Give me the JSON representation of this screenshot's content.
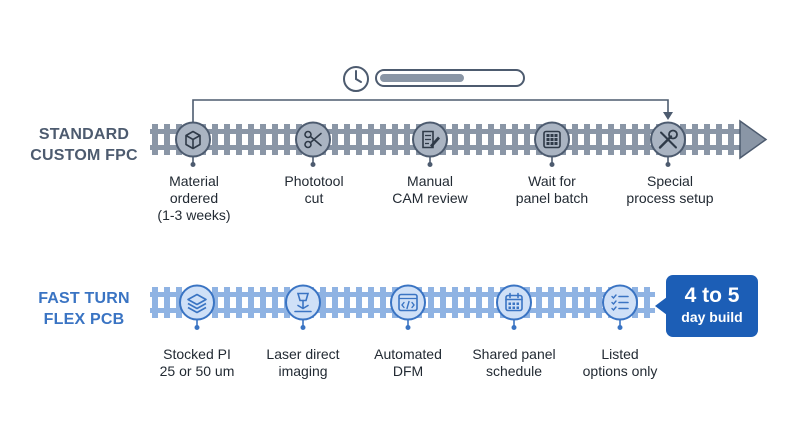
{
  "colors": {
    "standard_accent": "#4d5b6f",
    "standard_rail": "#8a96a6",
    "fast_accent": "#3a74c3",
    "fast_rail": "#8fb3e3",
    "callout": "#1c5eb6"
  },
  "header": {
    "icons": [
      "clock-icon",
      "progress-bar"
    ],
    "progress_fraction": 0.6
  },
  "standard": {
    "title_line1": "STANDARD",
    "title_line2": "CUSTOM FPC",
    "stops": [
      {
        "icon": "box-icon",
        "line1": "Material",
        "line2": "ordered",
        "line3": "(1-3 weeks)"
      },
      {
        "icon": "scissors-icon",
        "line1": "Phototool",
        "line2": "cut"
      },
      {
        "icon": "document-edit-icon",
        "line1": "Manual",
        "line2": "CAM review"
      },
      {
        "icon": "grid-panel-icon",
        "line1": "Wait for",
        "line2": "panel batch"
      },
      {
        "icon": "tools-icon",
        "line1": "Special",
        "line2": "process setup"
      }
    ]
  },
  "fast": {
    "title_line1": "FAST TURN",
    "title_line2": "FLEX PCB",
    "stops": [
      {
        "icon": "layers-icon",
        "line1": "Stocked PI",
        "line2": "25 or 50 um"
      },
      {
        "icon": "laser-icon",
        "line1": "Laser direct",
        "line2": "imaging"
      },
      {
        "icon": "code-window-icon",
        "line1": "Automated",
        "line2": "DFM"
      },
      {
        "icon": "calendar-icon",
        "line1": "Shared panel",
        "line2": "schedule"
      },
      {
        "icon": "checklist-icon",
        "line1": "Listed",
        "line2": "options only"
      }
    ],
    "callout_big": "4 to 5",
    "callout_small": "day build"
  }
}
